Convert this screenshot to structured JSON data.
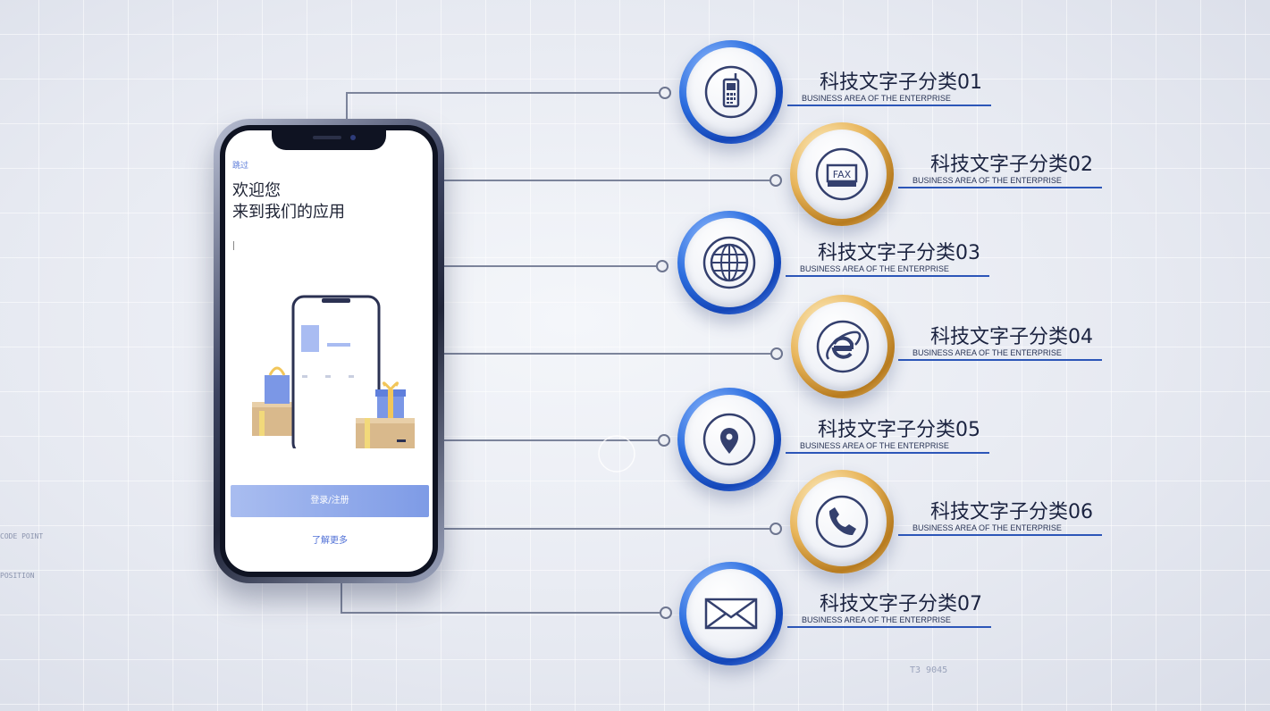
{
  "phone": {
    "skip_label": "跳过",
    "welcome_line1": "欢迎您",
    "welcome_line2": "来到我们的应用",
    "login_button": "登录/注册",
    "learn_more": "了解更多"
  },
  "nodes": [
    {
      "title": "科技文字子分类01",
      "subtitle": "BUSINESS AREA OF THE ENTERPRISE",
      "icon": "mobile-phone-icon",
      "ring": "blue"
    },
    {
      "title": "科技文字子分类02",
      "subtitle": "BUSINESS AREA OF THE ENTERPRISE",
      "icon": "fax-icon",
      "ring": "gold",
      "icon_text": "FAX"
    },
    {
      "title": "科技文字子分类03",
      "subtitle": "BUSINESS AREA OF THE ENTERPRISE",
      "icon": "globe-icon",
      "ring": "blue"
    },
    {
      "title": "科技文字子分类04",
      "subtitle": "BUSINESS AREA OF THE ENTERPRISE",
      "icon": "internet-explorer-icon",
      "ring": "gold"
    },
    {
      "title": "科技文字子分类05",
      "subtitle": "BUSINESS AREA OF THE ENTERPRISE",
      "icon": "location-pin-icon",
      "ring": "blue"
    },
    {
      "title": "科技文字子分类06",
      "subtitle": "BUSINESS AREA OF THE ENTERPRISE",
      "icon": "telephone-handset-icon",
      "ring": "gold"
    },
    {
      "title": "科技文字子分类07",
      "subtitle": "BUSINESS AREA OF THE ENTERPRISE",
      "icon": "envelope-icon",
      "ring": "blue"
    }
  ],
  "decor": {
    "code_point_label": "CODE POINT",
    "position_label": "POSITION",
    "corner_code": "T3  9045"
  },
  "colors": {
    "accent_blue": "#2c56b8",
    "ring_gold": "#d4a24a",
    "icon_navy": "#34406e"
  }
}
